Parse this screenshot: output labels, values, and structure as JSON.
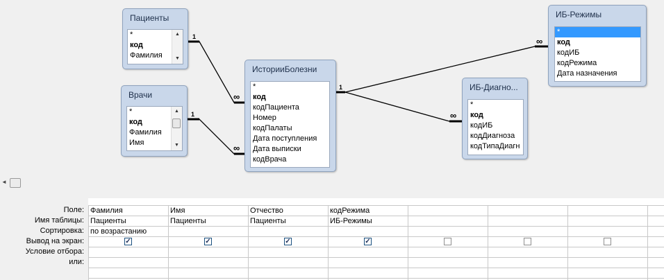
{
  "tables": {
    "patients": {
      "title": "Пациенты",
      "fields": [
        "*",
        "код",
        "Фамилия"
      ]
    },
    "doctors": {
      "title": "Врачи",
      "fields": [
        "*",
        "код",
        "Фамилия",
        "Имя"
      ]
    },
    "histories": {
      "title": "ИсторииБолезни",
      "fields": [
        "*",
        "код",
        "кодПациента",
        "Номер",
        "кодПалаты",
        "Дата поступления",
        "Дата выписки",
        "кодВрача"
      ]
    },
    "diagnoses": {
      "title": "ИБ-Диагно...",
      "fields": [
        "*",
        "код",
        "кодИБ",
        "кодДиагноза",
        "кодТипаДиагн"
      ]
    },
    "regimes": {
      "title": "ИБ-Режимы",
      "fields": [
        "*",
        "код",
        "кодИБ",
        "кодРежима",
        "Дата назначения"
      ]
    }
  },
  "relations": {
    "one": "1",
    "many": "∞"
  },
  "grid": {
    "row_labels": [
      "Поле:",
      "Имя таблицы:",
      "Сортировка:",
      "Вывод на экран:",
      "Условие отбора:",
      "или:"
    ],
    "columns": [
      {
        "field": "Фамилия",
        "table": "Пациенты",
        "sort": "по возрастанию",
        "show": true
      },
      {
        "field": "Имя",
        "table": "Пациенты",
        "sort": "",
        "show": true
      },
      {
        "field": "Отчество",
        "table": "Пациенты",
        "sort": "",
        "show": true
      },
      {
        "field": "кодРежима",
        "table": "ИБ-Режимы",
        "sort": "",
        "show": true
      },
      {
        "field": "",
        "table": "",
        "sort": "",
        "show": false
      },
      {
        "field": "",
        "table": "",
        "sort": "",
        "show": false
      },
      {
        "field": "",
        "table": "",
        "sort": "",
        "show": false
      }
    ]
  },
  "icons": {
    "check": "checkmark-icon",
    "scroll_up": "arrow-up-icon",
    "scroll_down": "arrow-down-icon",
    "scroll_left": "arrow-left-icon"
  }
}
